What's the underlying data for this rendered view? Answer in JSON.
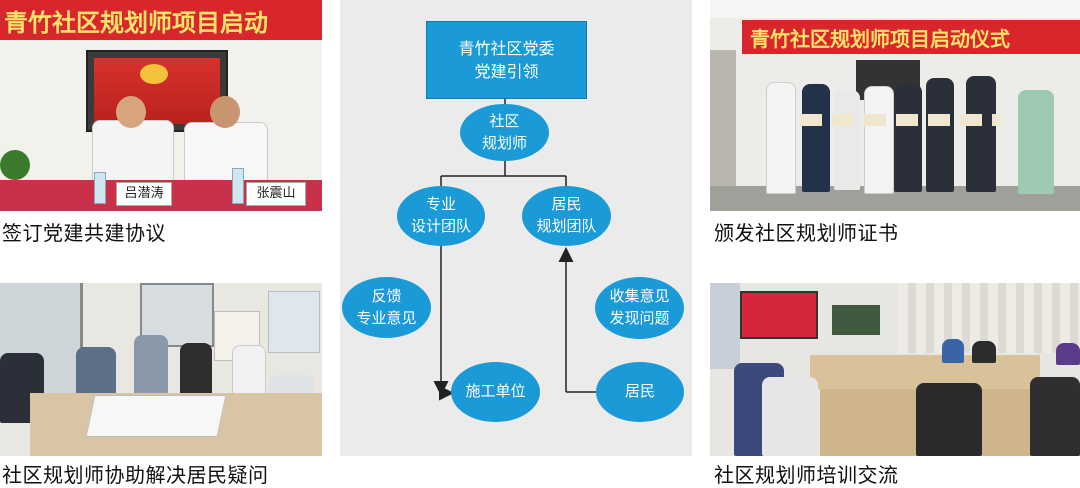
{
  "photos": {
    "top_left": {
      "caption": "签订党建共建协议",
      "banner": "青竹社区规划师项目启动",
      "nameplate_left": "吕潜涛",
      "nameplate_right": "张震山"
    },
    "top_right": {
      "caption": "颁发社区规划师证书",
      "banner": "青竹社区规划师项目启动仪式"
    },
    "bottom_left": {
      "caption": "社区规划师协助解决居民疑问"
    },
    "bottom_right": {
      "caption": "社区规划师培训交流"
    }
  },
  "diagram": {
    "top_box": [
      "青竹社区党委",
      "党建引领"
    ],
    "planner": [
      "社区",
      "规划师"
    ],
    "design_team": [
      "专业",
      "设计团队"
    ],
    "resident_team": [
      "居民",
      "规划团队"
    ],
    "feedback": [
      "反馈",
      "专业意见"
    ],
    "collect": [
      "收集意见",
      "发现问题"
    ],
    "construction": "施工单位",
    "residents": "居民",
    "colors": {
      "node": "#1a9ad6",
      "line": "#222222",
      "panel": "#ebebeb"
    }
  }
}
